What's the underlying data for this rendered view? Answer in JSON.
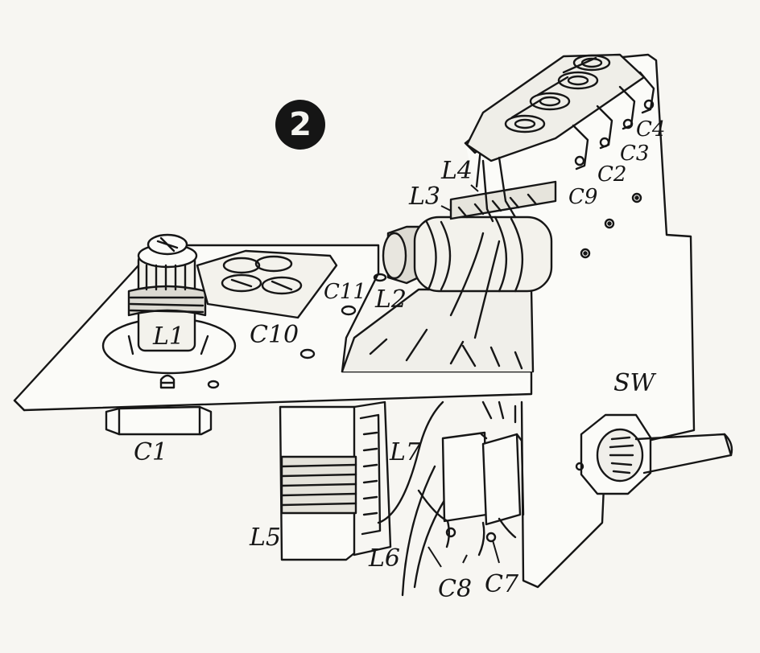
{
  "figure_number": "2",
  "labels": {
    "C1": "C1",
    "C2": "C2",
    "C3": "C3",
    "C4": "C4",
    "C7": "C7",
    "C8": "C8",
    "C9": "C9",
    "C10": "C10",
    "C11": "C11",
    "L1": "L1",
    "L2": "L2",
    "L3": "L3",
    "L4": "L4",
    "L5": "L5",
    "L6": "L6",
    "L7": "L7",
    "SW": "SW"
  },
  "colors": {
    "ink": "#161616",
    "paper": "#f7f6f2"
  }
}
